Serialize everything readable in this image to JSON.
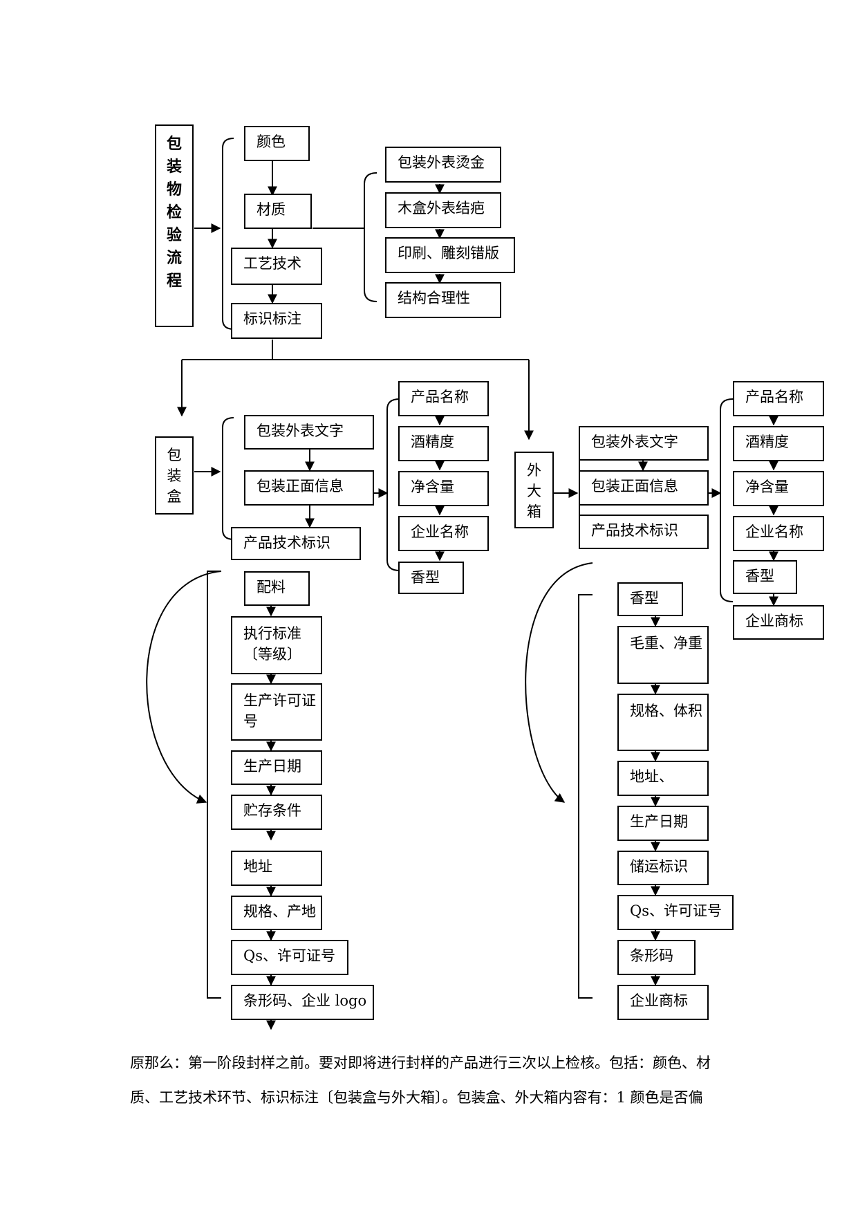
{
  "flow": {
    "title_chars": [
      "包",
      "装",
      "物",
      "检",
      "验",
      "流",
      "程"
    ],
    "main_steps": [
      "颜色",
      "材质",
      "工艺技术",
      "标识标注"
    ],
    "material_items": [
      "包装外表烫金",
      "木盒外表结疤",
      "印刷、雕刻错版",
      "结构合理性"
    ],
    "box_branch": {
      "label_chars": [
        "包",
        "装",
        "盒"
      ],
      "steps": [
        "包装外表文字",
        "包装正面信息",
        "产品技术标识"
      ],
      "front_info": [
        "产品名称",
        "酒精度",
        "净含量",
        "企业名称",
        "香型"
      ],
      "tech_marks": [
        "配料",
        "执行标准〔等级〕",
        "生产许可证号",
        "生产日期",
        "贮存条件",
        "地址",
        "规格、产地",
        "Qs、许可证号",
        "条形码、企业 logo"
      ]
    },
    "carton_branch": {
      "label_chars": [
        "外",
        "大",
        "箱"
      ],
      "steps": [
        "包装外表文字",
        "包装正面信息",
        "产品技术标识"
      ],
      "front_info": [
        "产品名称",
        "酒精度",
        "净含量",
        "企业名称",
        "香型",
        "企业商标"
      ],
      "tech_marks": [
        "香型",
        "毛重、净重",
        "规格、体积",
        "地址、",
        "生产日期",
        "储运标识",
        "Qs、许可证号",
        "条形码",
        "企业商标"
      ]
    }
  },
  "paragraph": {
    "line1": "原那么：第一阶段封样之前。要对即将进行封样的产品进行三次以上检核。包括：颜色、材",
    "line2": "质、工艺技术环节、标识标注〔包装盒与外大箱〕。包装盒、外大箱内容有：1 颜色是否偏"
  }
}
